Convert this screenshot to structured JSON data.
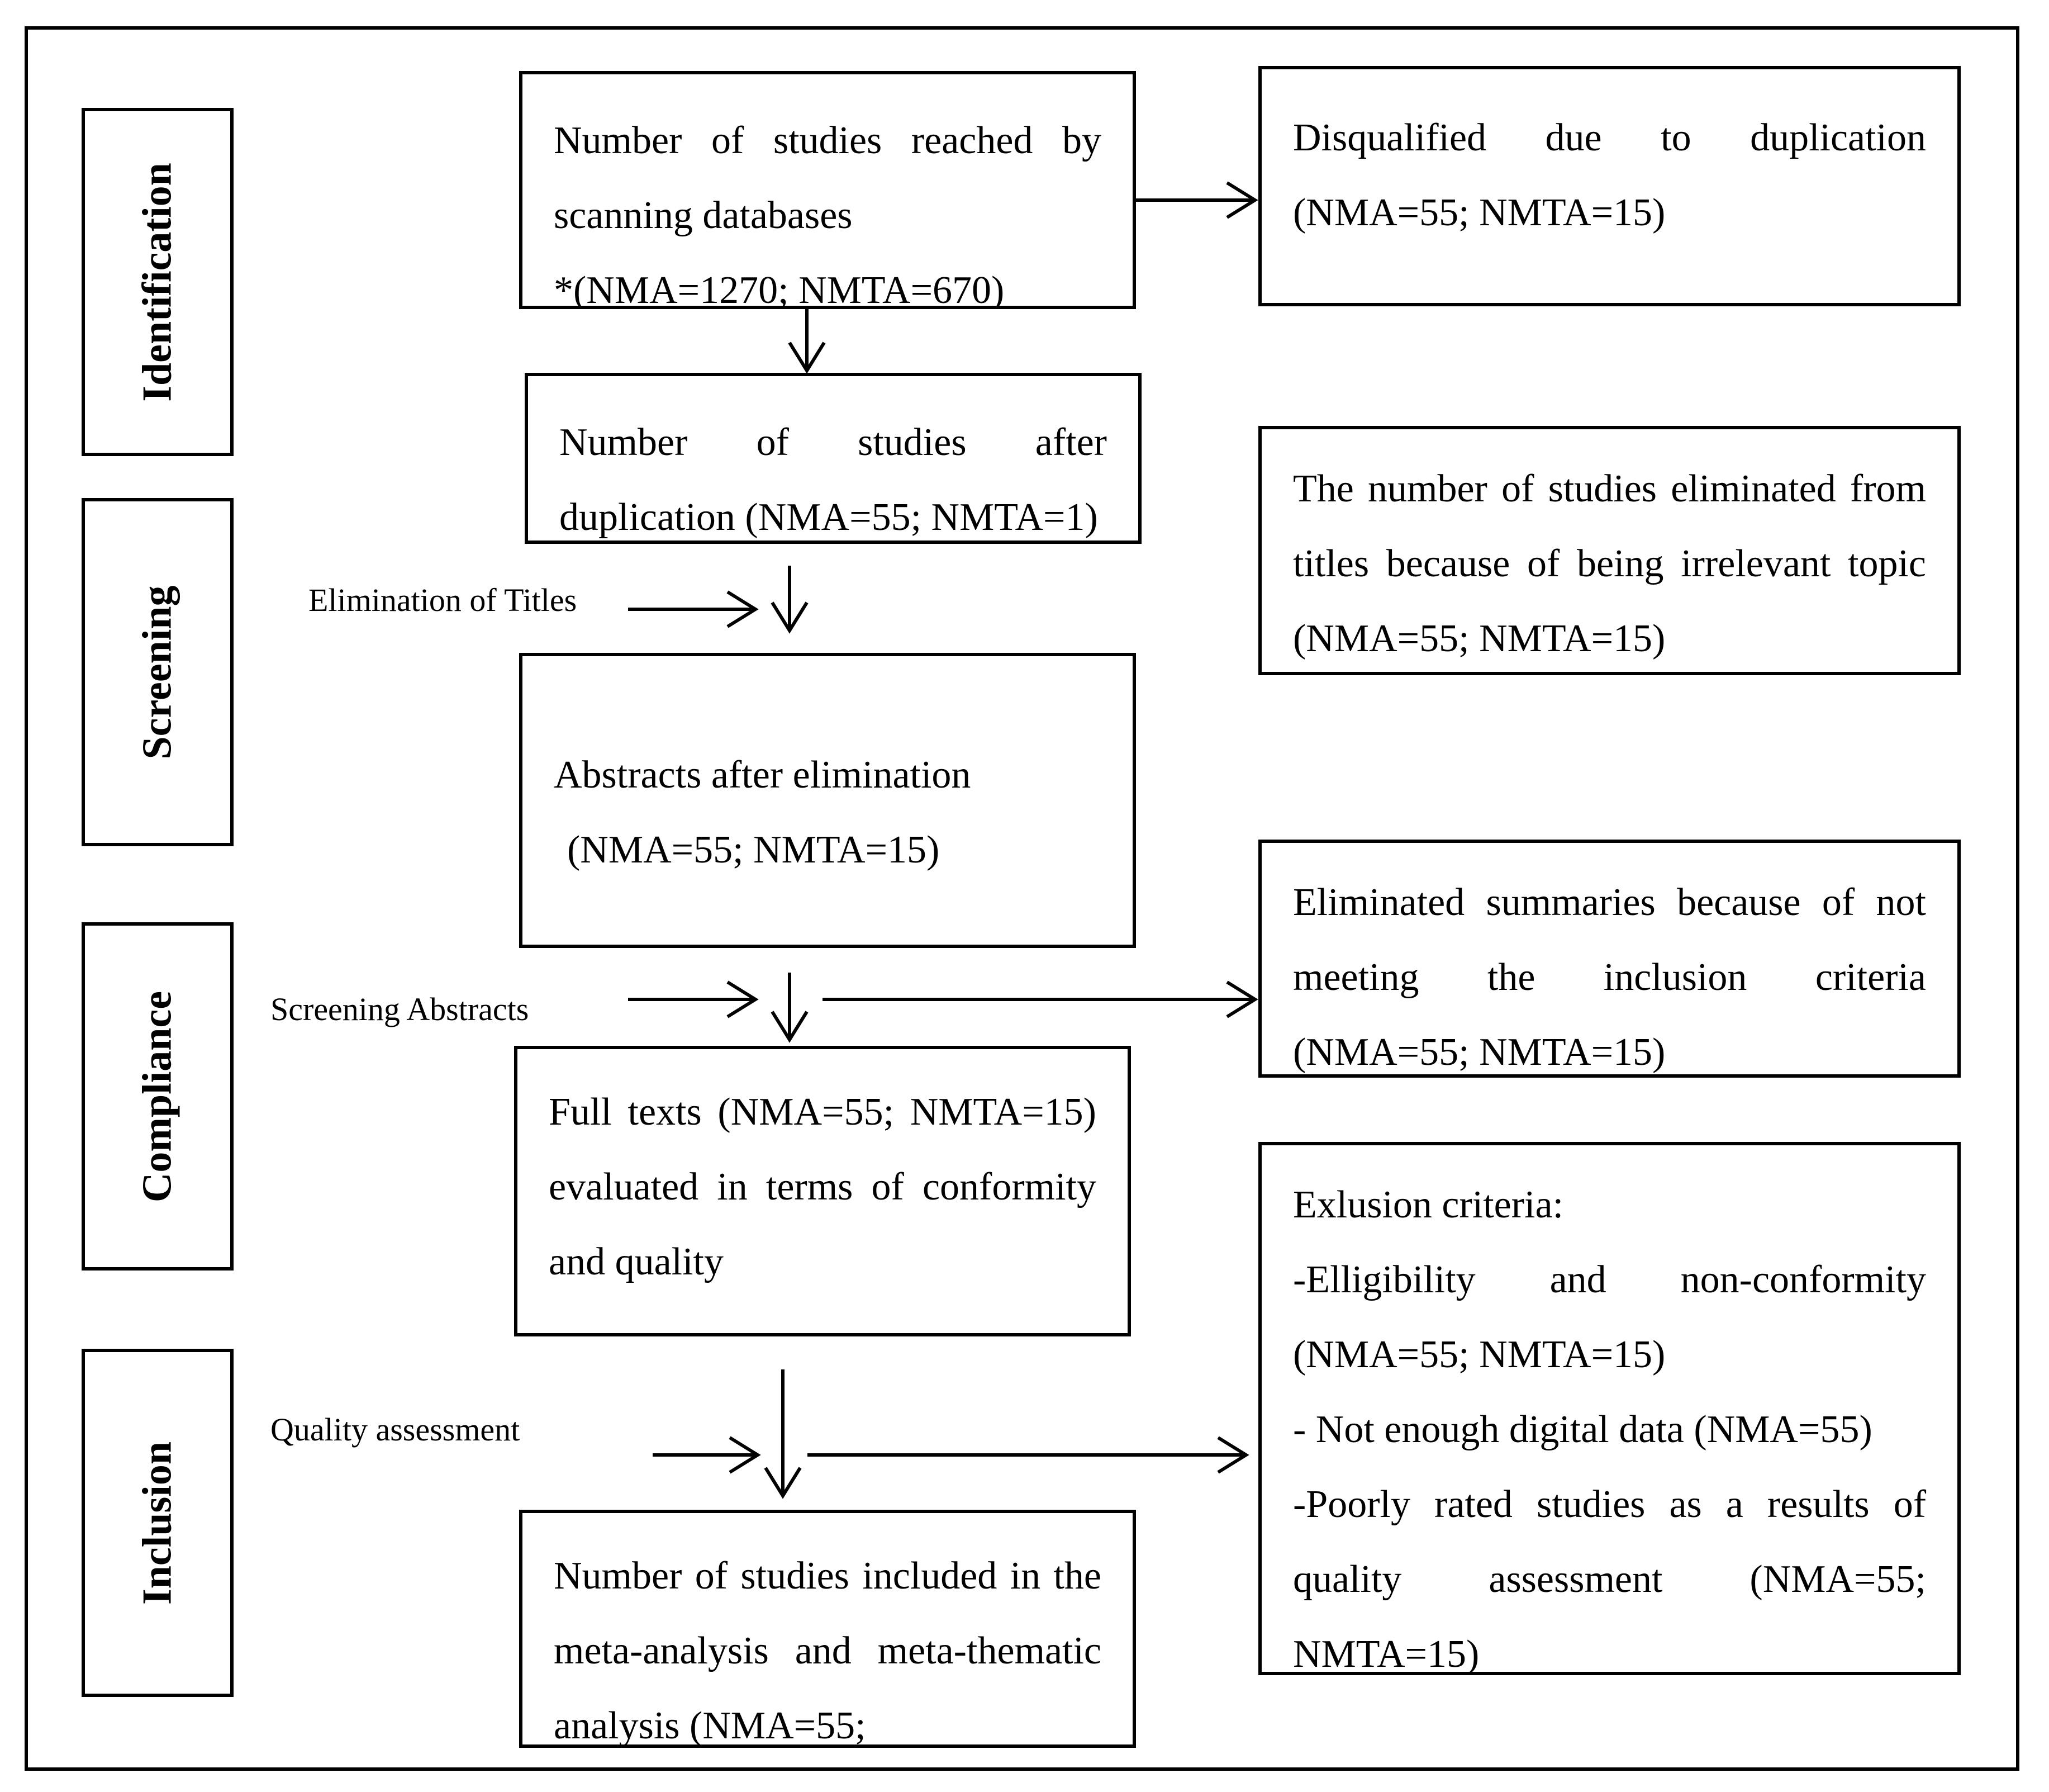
{
  "stages": {
    "identification": "Identification",
    "screening": "Screening",
    "compliance": "Compliance",
    "inclusion": "Inclusion"
  },
  "side_labels": {
    "titles": "Elimination of Titles",
    "abstracts": "Screening Abstracts",
    "quality": "Quality assessment"
  },
  "main_boxes": {
    "databases": {
      "text": "Number of studies reached by scanning databases",
      "counts": "*(NMA=1270; NMTA=670)"
    },
    "after_duplication": {
      "text": "Number of studies after duplication (NMA=55; NMTA=1)"
    },
    "abstracts": {
      "text": "Abstracts after elimination",
      "counts": "(NMA=55; NMTA=15)"
    },
    "full_texts": {
      "text": "Full texts (NMA=55; NMTA=15) evaluated in terms of conformity and quality"
    },
    "included": {
      "text": "Number of studies included in the meta-analysis and meta-thematic analysis (NMA=55;"
    }
  },
  "side_boxes": {
    "duplication": {
      "text": "Disqualified due to duplication (NMA=55; NMTA=15)"
    },
    "titles_eliminated": {
      "text": "The number of studies eliminated from titles because of being irrelevant topic (NMA=55; NMTA=15)"
    },
    "summaries_eliminated": {
      "text": "Eliminated summaries because of not meeting the inclusion criteria (NMA=55; NMTA=15)"
    },
    "exclusion": {
      "title": "Exlusion criteria:",
      "item1": "-Elligibility and non-conformity (NMA=55; NMTA=15)",
      "item2": "- Not enough digital data (NMA=55)",
      "item3": "-Poorly rated studies as a results of quality assessment (NMA=55; NMTA=15)"
    }
  }
}
